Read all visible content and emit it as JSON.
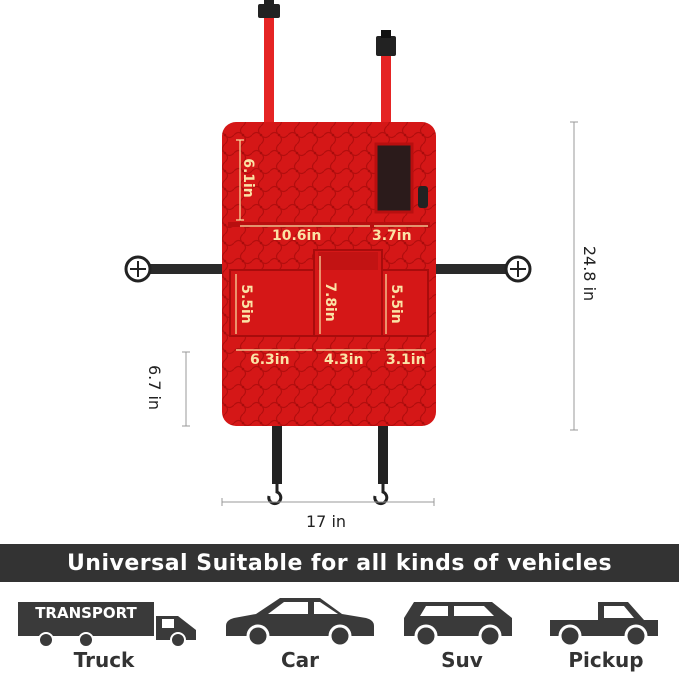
{
  "product": {
    "dimensions_inner": {
      "top_pocket_height": "6.1in",
      "top_pocket_width": "10.6in",
      "mesh_pocket_width": "3.7in",
      "left_pocket_height": "5.5in",
      "middle_pocket_height": "7.8in",
      "right_pocket_height": "5.5in",
      "left_pocket_width": "6.3in",
      "middle_pocket_width": "4.3in",
      "right_pocket_width": "3.1in"
    },
    "dimensions_outer": {
      "total_height": "24.8 in",
      "strap_height": "6.7 in",
      "total_width": "17 in"
    },
    "colors": {
      "body": "#d81818",
      "strap": "#e52424",
      "dim_text": "#fbe3a6",
      "banner": "#333333",
      "icon": "#3a3a3a"
    }
  },
  "banner": {
    "text": "Universal Suitable for all kinds of vehicles"
  },
  "vehicles": [
    {
      "icon": "truck-icon",
      "label": "Truck",
      "badge": "TRANSPORT"
    },
    {
      "icon": "car-icon",
      "label": "Car"
    },
    {
      "icon": "suv-icon",
      "label": "Suv"
    },
    {
      "icon": "pickup-icon",
      "label": "Pickup"
    }
  ]
}
